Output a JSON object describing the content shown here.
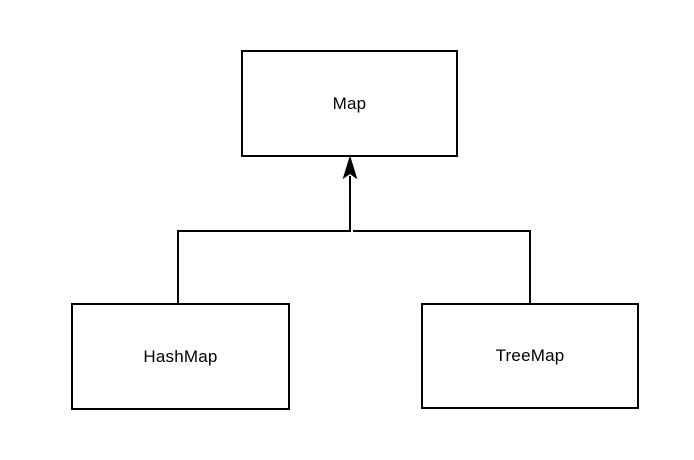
{
  "diagram": {
    "background_color": "#ffffff",
    "node_fill_color": "#ffffff",
    "node_stroke_color": "#000000",
    "edge_color": "#000000",
    "text_color": "#000000",
    "nodes": [
      {
        "id": "map",
        "label": "Map"
      },
      {
        "id": "hashmap",
        "label": "HashMap"
      },
      {
        "id": "treemap",
        "label": "TreeMap"
      }
    ],
    "edges": [
      {
        "from": "hashmap",
        "to": "map",
        "type": "inheritance-arrow-up"
      },
      {
        "from": "treemap",
        "to": "map",
        "type": "inheritance-arrow-up"
      }
    ]
  }
}
